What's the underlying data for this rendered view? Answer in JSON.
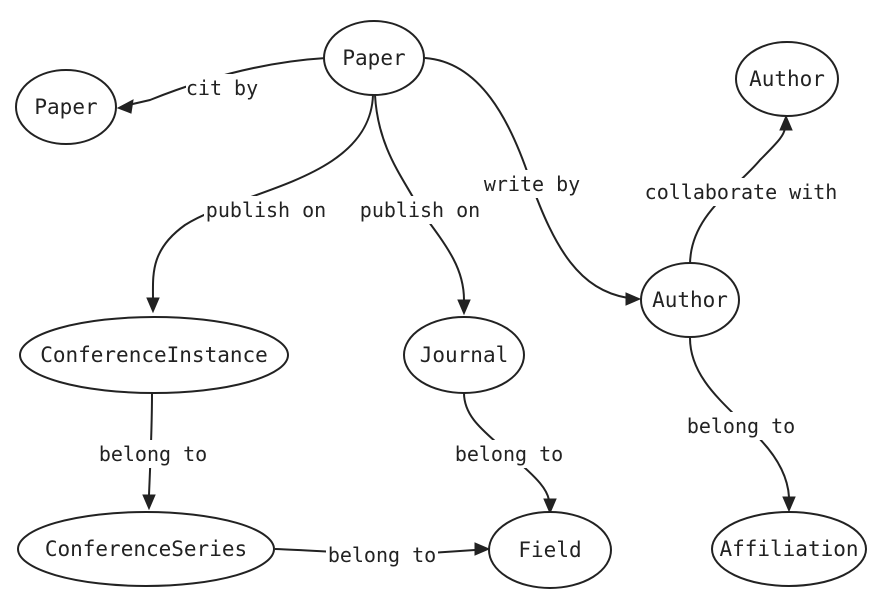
{
  "nodes": {
    "paper_center": "Paper",
    "paper_left": "Paper",
    "author_top": "Author",
    "author_main": "Author",
    "conference_instance": "ConferenceInstance",
    "journal": "Journal",
    "conference_series": "ConferenceSeries",
    "field": "Field",
    "affiliation": "Affiliation"
  },
  "edges": {
    "cit_by": "cit by",
    "publish_on_conf": "publish on",
    "publish_on_journal": "publish on",
    "write_by": "write by",
    "collaborate_with": "collaborate with",
    "conf_belong_to": "belong to",
    "journal_belong_to": "belong to",
    "series_belong_to": "belong to",
    "author_belong_to": "belong to"
  },
  "colors": {
    "stroke": "#222222",
    "background": "#ffffff"
  }
}
